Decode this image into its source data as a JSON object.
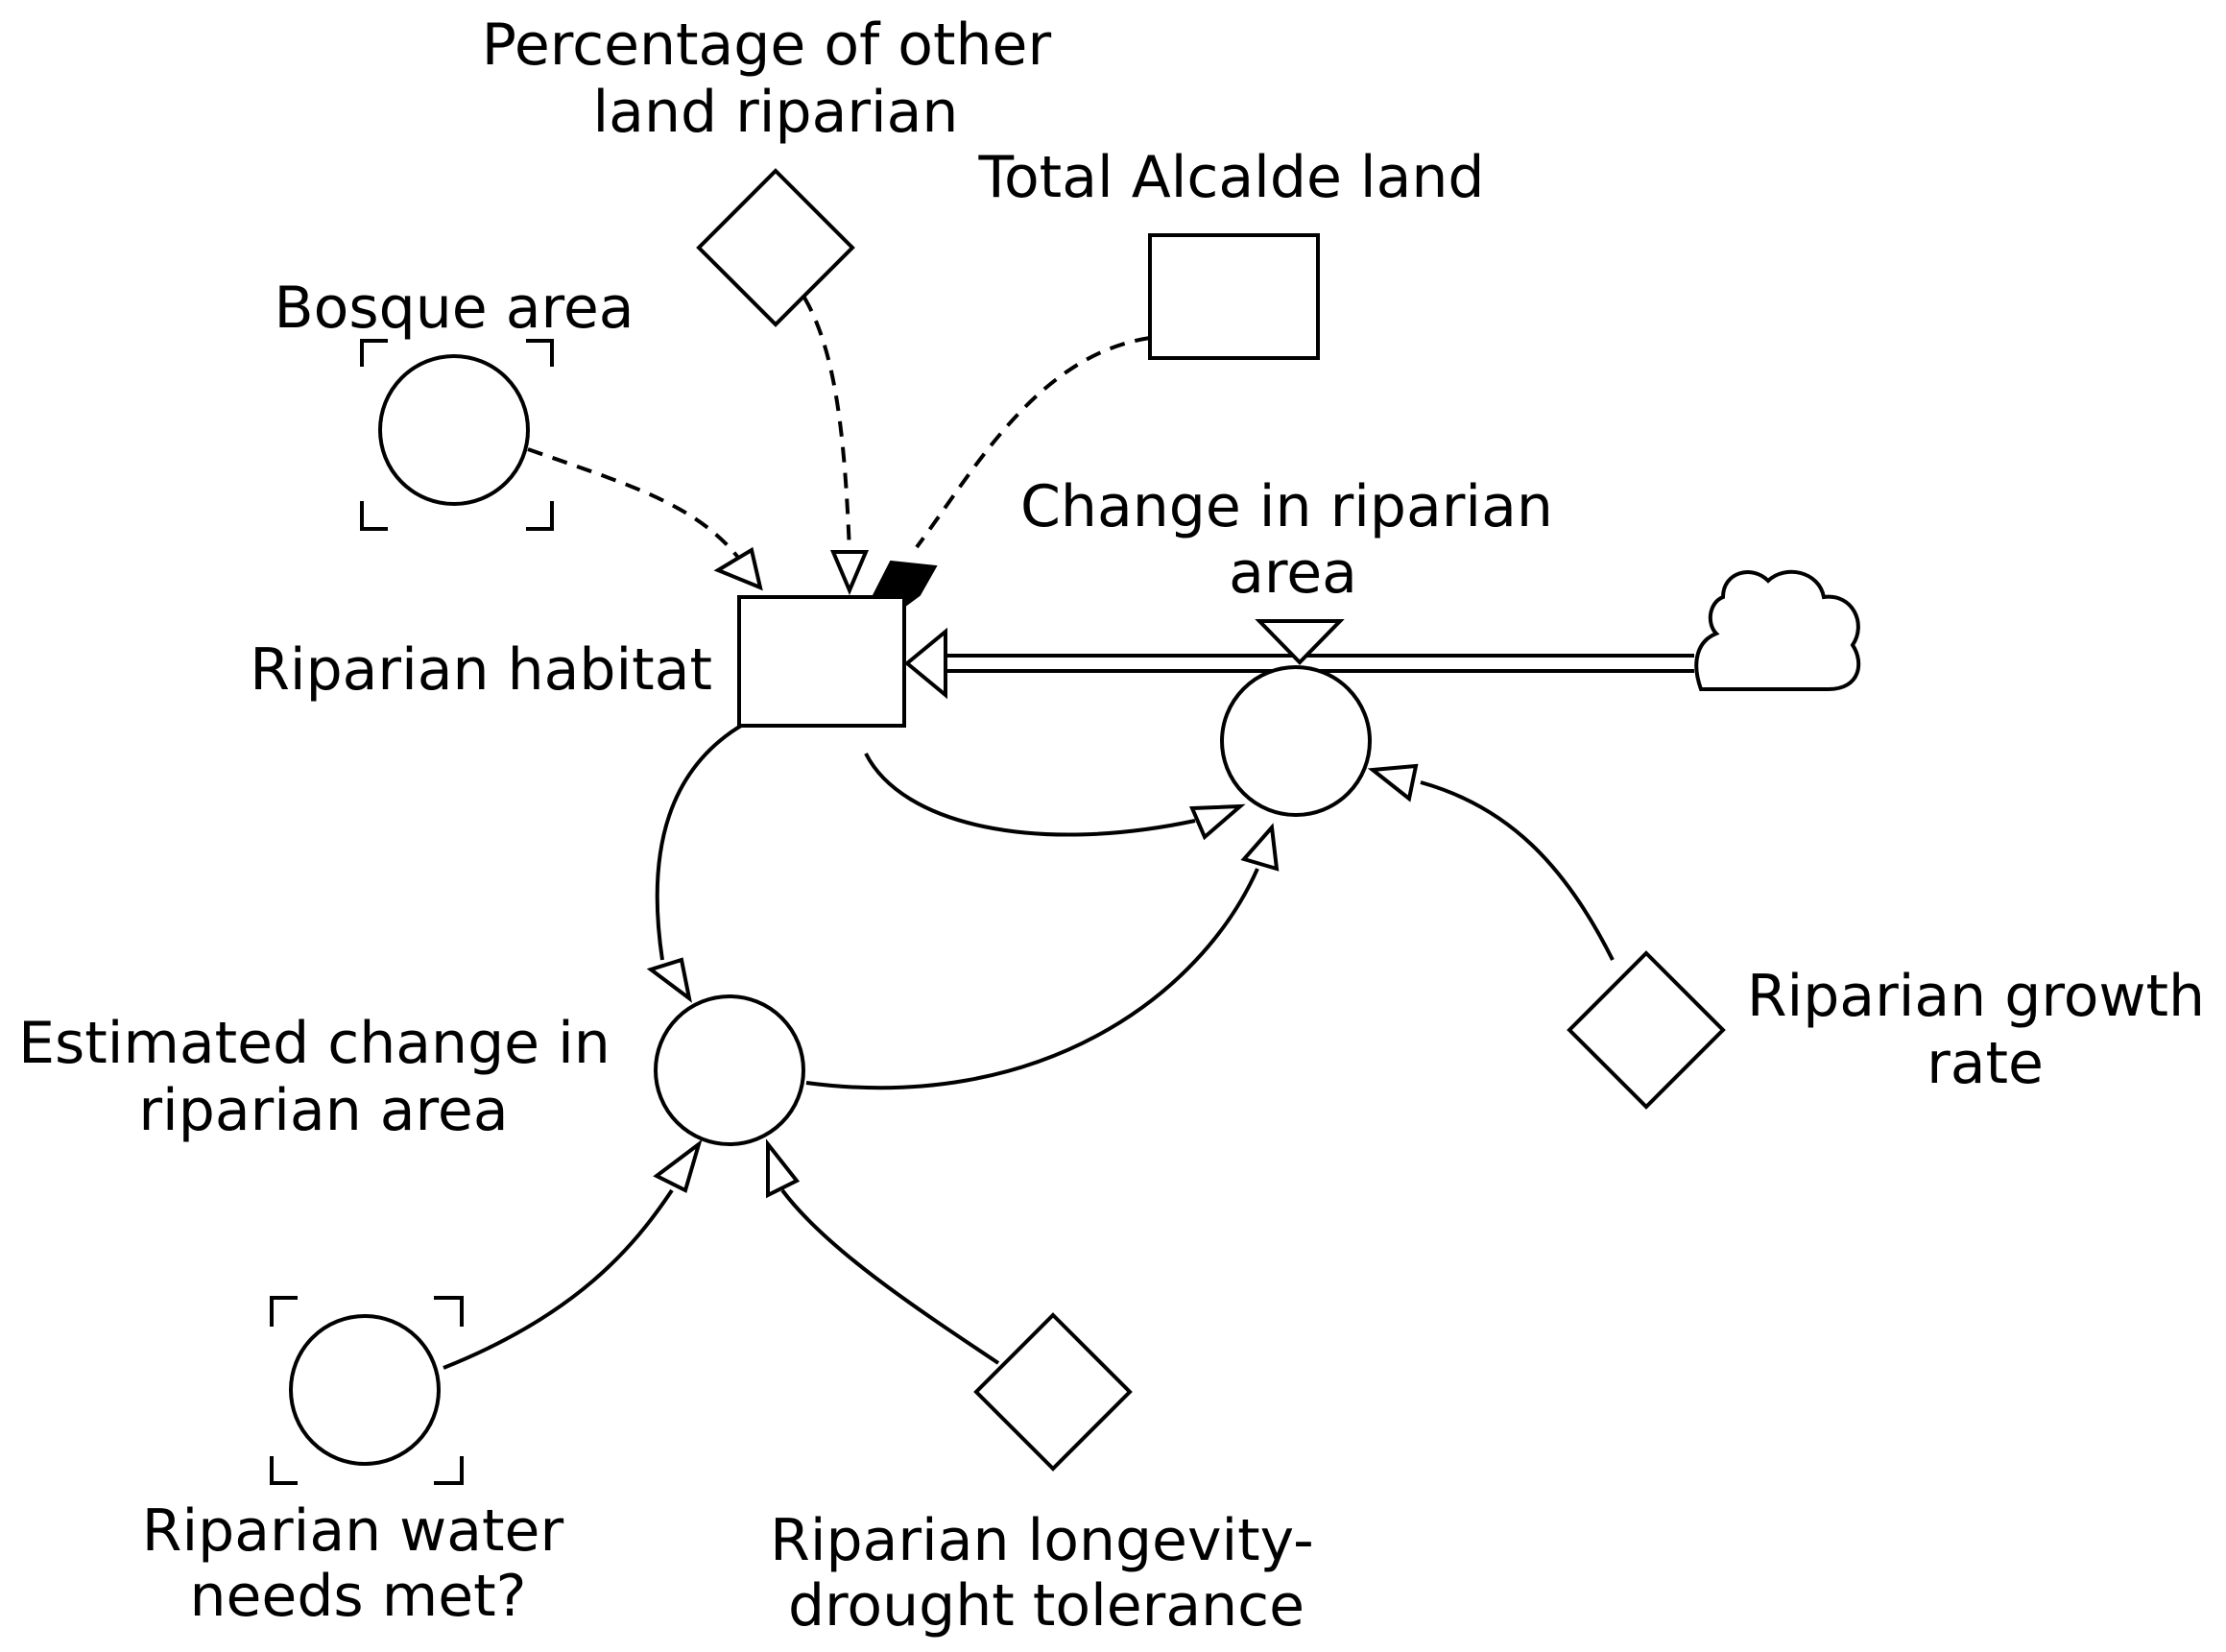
{
  "diagram": {
    "labels": {
      "percentage_other_land": [
        "Percentage of other",
        "land riparian"
      ],
      "total_alcalde_land": [
        "Total Alcalde land"
      ],
      "bosque_area": [
        "Bosque area"
      ],
      "change_in_riparian_area": [
        "Change in riparian",
        "area"
      ],
      "riparian_habitat": [
        "Riparian habitat"
      ],
      "estimated_change": [
        "Estimated change in",
        "riparian area"
      ],
      "riparian_growth_rate": [
        "Riparian growth",
        "rate"
      ],
      "riparian_water_needs": [
        "Riparian water",
        "needs met?"
      ],
      "riparian_longevity": [
        "Riparian longevity-",
        "drought tolerance"
      ]
    },
    "node_kinds": {
      "riparian_habitat": "stock",
      "total_alcalde_land": "stock",
      "change_in_riparian_area": "flow",
      "estimated_change": "converter",
      "bosque_area": "ghost-converter",
      "riparian_water_needs": "ghost-converter",
      "percentage_other_land": "constant",
      "riparian_growth_rate": "constant",
      "riparian_longevity": "constant",
      "source": "cloud"
    },
    "links": [
      {
        "from": "bosque_area",
        "to": "riparian_habitat",
        "style": "dashed"
      },
      {
        "from": "percentage_other_land",
        "to": "riparian_habitat",
        "style": "dashed"
      },
      {
        "from": "total_alcalde_land",
        "to": "riparian_habitat",
        "style": "dashed"
      },
      {
        "from": "riparian_habitat",
        "to": "change_in_riparian_area",
        "style": "solid"
      },
      {
        "from": "riparian_habitat",
        "to": "estimated_change",
        "style": "solid"
      },
      {
        "from": "estimated_change",
        "to": "change_in_riparian_area",
        "style": "solid"
      },
      {
        "from": "riparian_growth_rate",
        "to": "change_in_riparian_area",
        "style": "solid"
      },
      {
        "from": "riparian_water_needs",
        "to": "estimated_change",
        "style": "solid"
      },
      {
        "from": "riparian_longevity",
        "to": "estimated_change",
        "style": "solid"
      }
    ],
    "flows": [
      {
        "from": "source",
        "to": "riparian_habitat",
        "via": "change_in_riparian_area"
      }
    ]
  }
}
